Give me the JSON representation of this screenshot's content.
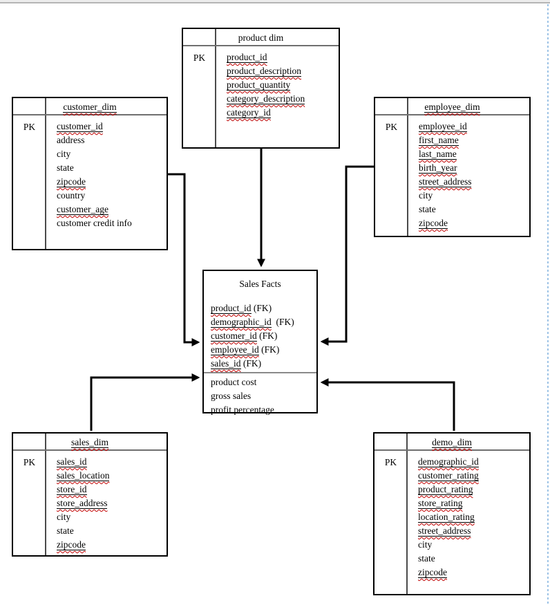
{
  "colors": {
    "line_black": "#000000",
    "flag_wavy_red": "#c00000",
    "divider_gray": "#8a8a8a",
    "header_rule_gray": "#6f6f6f",
    "margin_guide_blue": "#9dc3e6",
    "page_top_rule": "#b5b5b5"
  },
  "relationships": [
    {
      "from": "product dim",
      "to": "Sales Facts"
    },
    {
      "from": "customer_dim",
      "to": "Sales Facts"
    },
    {
      "from": "employee_dim",
      "to": "Sales Facts"
    },
    {
      "from": "sales_dim",
      "to": "Sales Facts"
    },
    {
      "from": "demo_dim",
      "to": "Sales Facts"
    }
  ],
  "tables": [
    {
      "name": "product-dim",
      "title": "product dim",
      "title_flagged": false,
      "pk_label": "PK",
      "groups": [
        {
          "rows": [
            {
              "text": "product_id",
              "flagged": true
            },
            {
              "text": "product_description",
              "flagged": true
            },
            {
              "text": "product_quantity",
              "flagged": true
            },
            {
              "text": "category_description",
              "flagged": true
            },
            {
              "text": "category_id",
              "flagged": true
            }
          ]
        }
      ]
    },
    {
      "name": "customer-dim",
      "title": "customer_dim",
      "title_flagged": true,
      "pk_label": "PK",
      "groups": [
        {
          "rows": [
            {
              "text": "customer_id",
              "flagged": true
            },
            {
              "text": "address",
              "flagged": false
            },
            {
              "text": "city",
              "flagged": false
            },
            {
              "text": "state",
              "flagged": false
            },
            {
              "text": "zipcode",
              "flagged": true
            },
            {
              "text": "country",
              "flagged": false
            },
            {
              "text": "customer_age",
              "flagged": true
            },
            {
              "text": "customer credit info",
              "flagged": false
            }
          ]
        }
      ]
    },
    {
      "name": "employee-dim",
      "title": "employee_dim",
      "title_flagged": true,
      "pk_label": "PK",
      "groups": [
        {
          "rows": [
            {
              "text": "employee_id",
              "flagged": true
            },
            {
              "text": "first_name",
              "flagged": true
            },
            {
              "text": "last_name",
              "flagged": true
            },
            {
              "text": "birth_year",
              "flagged": true
            },
            {
              "text": "street_address",
              "flagged": true
            },
            {
              "text": "city",
              "flagged": false
            },
            {
              "text": "state",
              "flagged": false
            },
            {
              "text": "zipcode",
              "flagged": true
            }
          ]
        }
      ]
    },
    {
      "name": "sales-facts",
      "title": "Sales Facts",
      "title_flagged": false,
      "pk_label": null,
      "groups": [
        {
          "rows": [
            {
              "text": "product_id",
              "flagged": true,
              "suffix": " (FK)"
            },
            {
              "text": "demographic_id",
              "flagged": true,
              "suffix": "  (FK)"
            },
            {
              "text": "customer_id",
              "flagged": true,
              "suffix": " (FK)"
            },
            {
              "text": "employee_id",
              "flagged": true,
              "suffix": " (FK)"
            },
            {
              "text": "sales_id",
              "flagged": true,
              "suffix": " (FK)"
            }
          ]
        },
        {
          "rows": [
            {
              "text": "product cost",
              "flagged": false
            },
            {
              "text": "gross sales",
              "flagged": false
            },
            {
              "text": "profit percentage",
              "flagged": false
            }
          ]
        }
      ]
    },
    {
      "name": "sales-dim",
      "title": "sales_dim",
      "title_flagged": true,
      "pk_label": "PK",
      "groups": [
        {
          "rows": [
            {
              "text": "sales_id",
              "flagged": true
            },
            {
              "text": "sales_location",
              "flagged": true
            },
            {
              "text": "store_id",
              "flagged": true
            },
            {
              "text": "store_address",
              "flagged": true
            },
            {
              "text": "city",
              "flagged": false
            },
            {
              "text": "state",
              "flagged": false
            },
            {
              "text": "zipcode",
              "flagged": true
            }
          ]
        }
      ]
    },
    {
      "name": "demo-dim",
      "title": "demo_dim",
      "title_flagged": true,
      "pk_label": "PK",
      "groups": [
        {
          "rows": [
            {
              "text": "demographic_id",
              "flagged": true
            },
            {
              "text": "customer_rating",
              "flagged": true
            },
            {
              "text": "product_rating",
              "flagged": true
            },
            {
              "text": "store_rating",
              "flagged": true
            },
            {
              "text": "location_rating",
              "flagged": true
            },
            {
              "text": "street_address",
              "flagged": true
            },
            {
              "text": "city",
              "flagged": false
            },
            {
              "text": "state",
              "flagged": false
            },
            {
              "text": "zipcode",
              "flagged": true
            }
          ]
        }
      ]
    }
  ]
}
